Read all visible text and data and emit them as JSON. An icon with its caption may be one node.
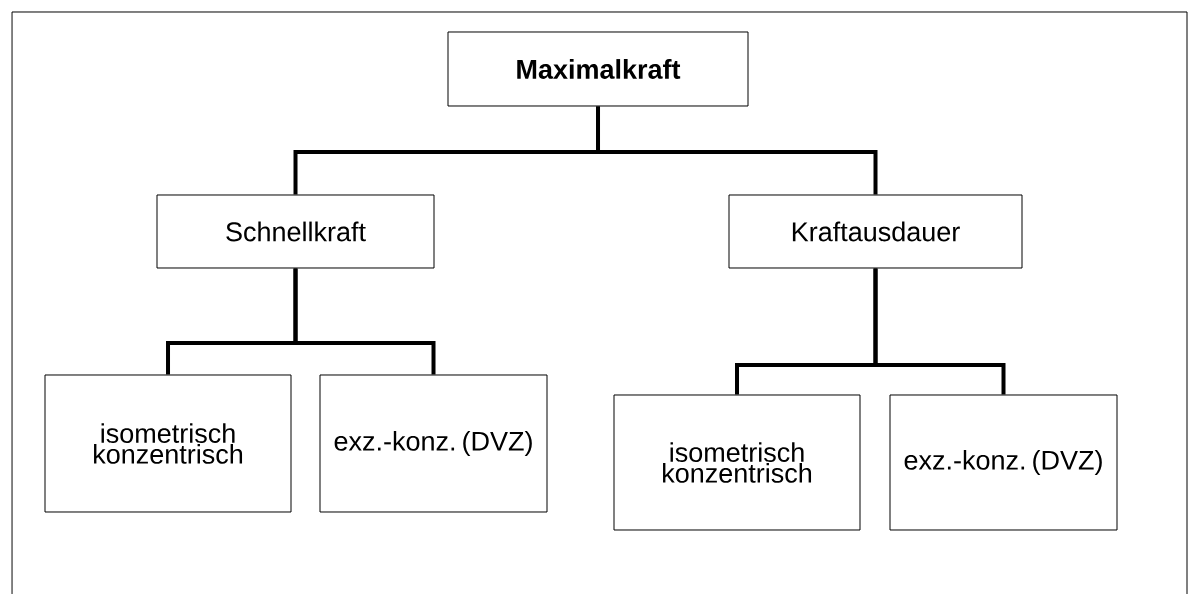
{
  "diagram": {
    "nodes": [
      {
        "text": [
          "Maximalkraft"
        ]
      },
      {
        "text": [
          "Schnellkraft"
        ]
      },
      {
        "text": [
          "Kraftausdauer"
        ]
      },
      {
        "text": [
          "isometrisch konzentrisch"
        ]
      },
      {
        "text": [
          "exz.-konz. (DVZ)"
        ]
      },
      {
        "text": [
          "isometrisch konzentrisch"
        ]
      },
      {
        "text": [
          "exz.-konz. (DVZ)"
        ]
      }
    ],
    "edges": [
      {
        "from": 0,
        "to": 1,
        "arrow": "none"
      },
      {
        "from": 0,
        "to": 2,
        "arrow": "none"
      },
      {
        "from": 1,
        "to": 3,
        "arrow": "none"
      },
      {
        "from": 1,
        "to": 4,
        "arrow": "none"
      },
      {
        "from": 2,
        "to": 5,
        "arrow": "none"
      },
      {
        "from": 2,
        "to": 6,
        "arrow": "none"
      }
    ]
  }
}
